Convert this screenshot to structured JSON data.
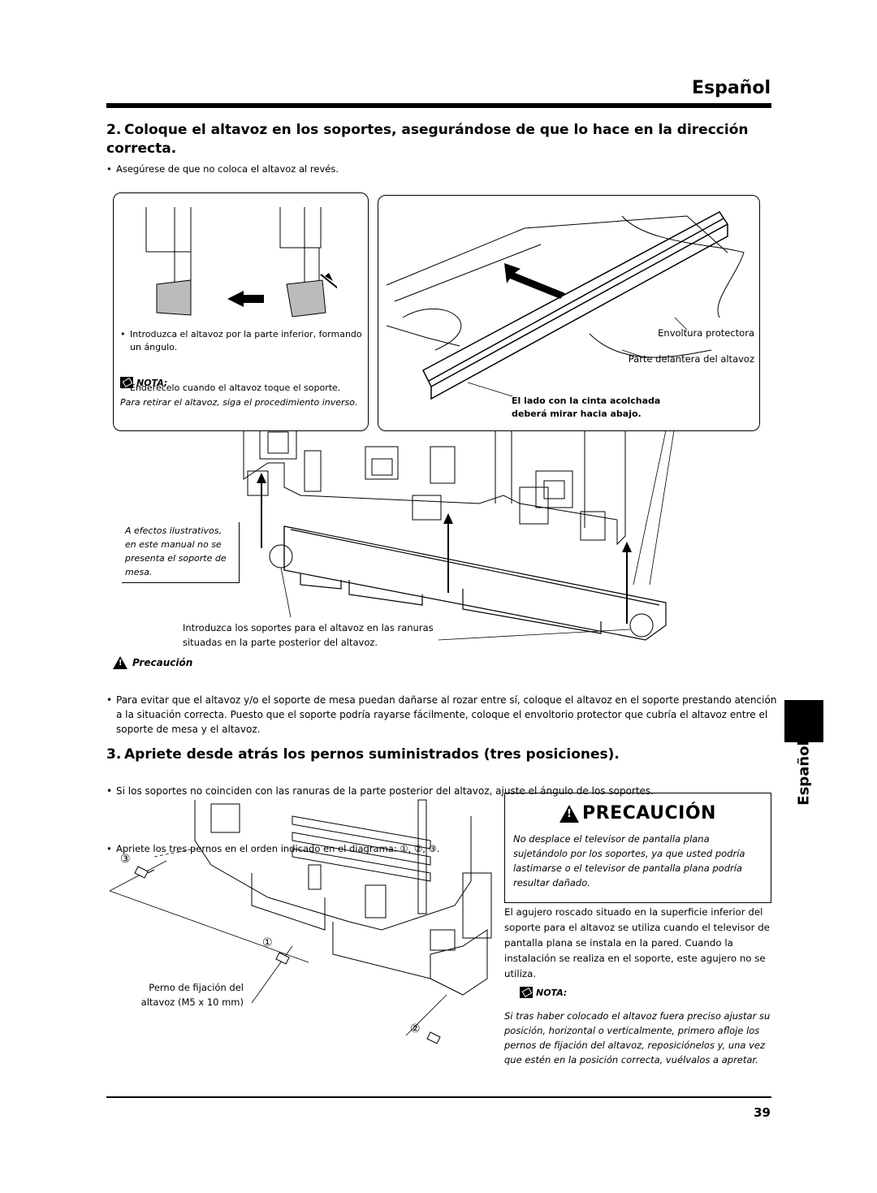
{
  "header": {
    "language": "Español"
  },
  "step2": {
    "number": "2.",
    "title": "Coloque el altavoz en los soportes, asegurándose de que lo hace en la dirección correcta.",
    "bullet": "Asegúrese de que no coloca el altavoz al revés."
  },
  "left_panel": {
    "bullet1": "Introduzca el altavoz por la parte inferior, formando un ángulo.",
    "bullet2": "Enderécelo cuando el altavoz toque el soporte.",
    "nota_label": "NOTA:",
    "nota_text": "Para retirar el altavoz, siga el procedimiento inverso."
  },
  "right_panel": {
    "label_wrap": "Envoltura protectora",
    "label_front": "Parte delantera del altavoz",
    "label_tape": "El lado con la cinta acolchada deberá mirar hacia abajo."
  },
  "diagram1": {
    "illustrative_note": "A efectos ilustrativos, en este manual no se presenta el soporte de mesa.",
    "slots_label": "Introduzca los soportes para el altavoz en las ranuras situadas en la parte posterior del altavoz."
  },
  "caution_small": {
    "label": "Precaución",
    "bullet1": "Para evitar que el altavoz y/o el soporte de mesa puedan dañarse al rozar entre sí, coloque el altavoz en el soporte prestando atención a la situación correcta. Puesto que el soporte podría rayarse fácilmente, coloque el envoltorio protector que cubría el altavoz entre el soporte de mesa y el altavoz.",
    "bullet2": "Si los soportes no coinciden con las ranuras de la parte posterior del altavoz, ajuste el ángulo de los soportes."
  },
  "step3": {
    "number": "3.",
    "title": "Apriete desde atrás los pernos suministrados (tres posiciones).",
    "bullet": "Apriete los tres pernos en el orden indicado en el diagrama: ①, ②, ③."
  },
  "diagram2": {
    "mark1": "①",
    "mark2": "②",
    "mark3": "③",
    "bolt_label": "Perno de fijación del altavoz (M5 x 10 mm)"
  },
  "caution_box": {
    "title": "PRECAUCIÓN",
    "text": "No desplace el televisor de pantalla plana sujetándolo por los soportes, ya que usted podría lastimarse o el televisor de pantalla plana podría resultar dañado."
  },
  "info_text": "El agujero roscado situado en la superficie inferior del soporte para el altavoz se utiliza cuando el televisor de pantalla plana se instala en la pared. Cuando la instalación se realiza en el soporte, este agujero no se utiliza.",
  "nota2": {
    "label": "NOTA:",
    "text": "Si tras haber colocado el altavoz fuera preciso ajustar su posición, horizontal o verticalmente, primero afloje los pernos de fijación del altavoz, reposiciónelos y, una vez que estén en la posición correcta, vuélvalos a apretar."
  },
  "side_tab": {
    "language": "Español"
  },
  "footer": {
    "page_number": "39"
  }
}
